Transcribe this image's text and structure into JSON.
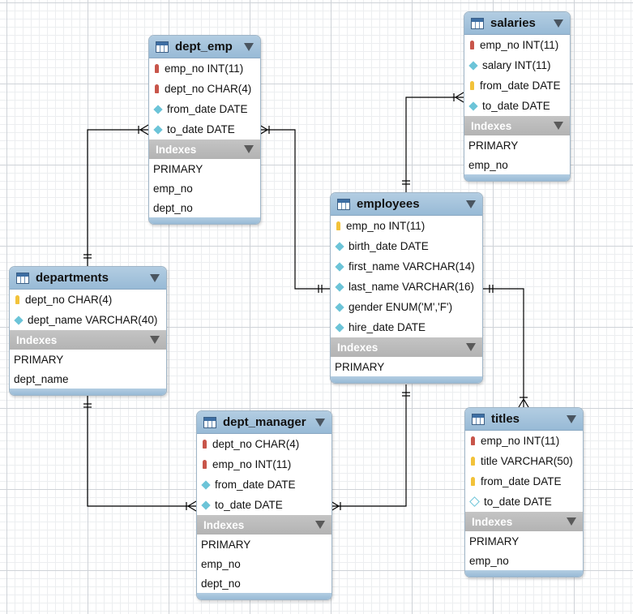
{
  "diagram": {
    "tables": [
      {
        "id": "dept_emp",
        "name": "dept_emp",
        "columns": [
          {
            "icon": "pk-fk",
            "text": "emp_no INT(11)"
          },
          {
            "icon": "pk-fk",
            "text": "dept_no CHAR(4)"
          },
          {
            "icon": "not-null",
            "text": "from_date DATE"
          },
          {
            "icon": "not-null",
            "text": "to_date DATE"
          }
        ],
        "indexes_label": "Indexes",
        "indexes": [
          "PRIMARY",
          "emp_no",
          "dept_no"
        ]
      },
      {
        "id": "salaries",
        "name": "salaries",
        "columns": [
          {
            "icon": "pk-fk",
            "text": "emp_no INT(11)"
          },
          {
            "icon": "not-null",
            "text": "salary INT(11)"
          },
          {
            "icon": "pk",
            "text": "from_date DATE"
          },
          {
            "icon": "not-null",
            "text": "to_date DATE"
          }
        ],
        "indexes_label": "Indexes",
        "indexes": [
          "PRIMARY",
          "emp_no"
        ]
      },
      {
        "id": "employees",
        "name": "employees",
        "columns": [
          {
            "icon": "pk",
            "text": "emp_no INT(11)"
          },
          {
            "icon": "not-null",
            "text": "birth_date DATE"
          },
          {
            "icon": "not-null",
            "text": "first_name VARCHAR(14)"
          },
          {
            "icon": "not-null",
            "text": "last_name VARCHAR(16)"
          },
          {
            "icon": "not-null",
            "text": "gender ENUM('M','F')"
          },
          {
            "icon": "not-null",
            "text": "hire_date DATE"
          }
        ],
        "indexes_label": "Indexes",
        "indexes": [
          "PRIMARY"
        ]
      },
      {
        "id": "departments",
        "name": "departments",
        "columns": [
          {
            "icon": "pk",
            "text": "dept_no CHAR(4)"
          },
          {
            "icon": "not-null",
            "text": "dept_name VARCHAR(40)"
          }
        ],
        "indexes_label": "Indexes",
        "indexes": [
          "PRIMARY",
          "dept_name"
        ]
      },
      {
        "id": "dept_manager",
        "name": "dept_manager",
        "columns": [
          {
            "icon": "pk-fk",
            "text": "dept_no CHAR(4)"
          },
          {
            "icon": "pk-fk",
            "text": "emp_no INT(11)"
          },
          {
            "icon": "not-null",
            "text": "from_date DATE"
          },
          {
            "icon": "not-null",
            "text": "to_date DATE"
          }
        ],
        "indexes_label": "Indexes",
        "indexes": [
          "PRIMARY",
          "emp_no",
          "dept_no"
        ]
      },
      {
        "id": "titles",
        "name": "titles",
        "columns": [
          {
            "icon": "pk-fk",
            "text": "emp_no INT(11)"
          },
          {
            "icon": "pk",
            "text": "title VARCHAR(50)"
          },
          {
            "icon": "pk",
            "text": "from_date DATE"
          },
          {
            "icon": "nullable",
            "text": "to_date DATE"
          }
        ],
        "indexes_label": "Indexes",
        "indexes": [
          "PRIMARY",
          "emp_no"
        ]
      }
    ],
    "relationships": [
      {
        "one": "departments",
        "many": "dept_emp"
      },
      {
        "one": "employees",
        "many": "dept_emp"
      },
      {
        "one": "employees",
        "many": "salaries"
      },
      {
        "one": "employees",
        "many": "titles"
      },
      {
        "one": "departments",
        "many": "dept_manager"
      },
      {
        "one": "employees",
        "many": "dept_manager"
      }
    ],
    "colors": {
      "header": "#98bad6",
      "indexes_bar": "#b3b3b3",
      "connector": "#000000",
      "pk_fk_icon": "#c8554a",
      "pk_icon": "#f2c23a",
      "column_icon": "#6cc4d8"
    }
  }
}
